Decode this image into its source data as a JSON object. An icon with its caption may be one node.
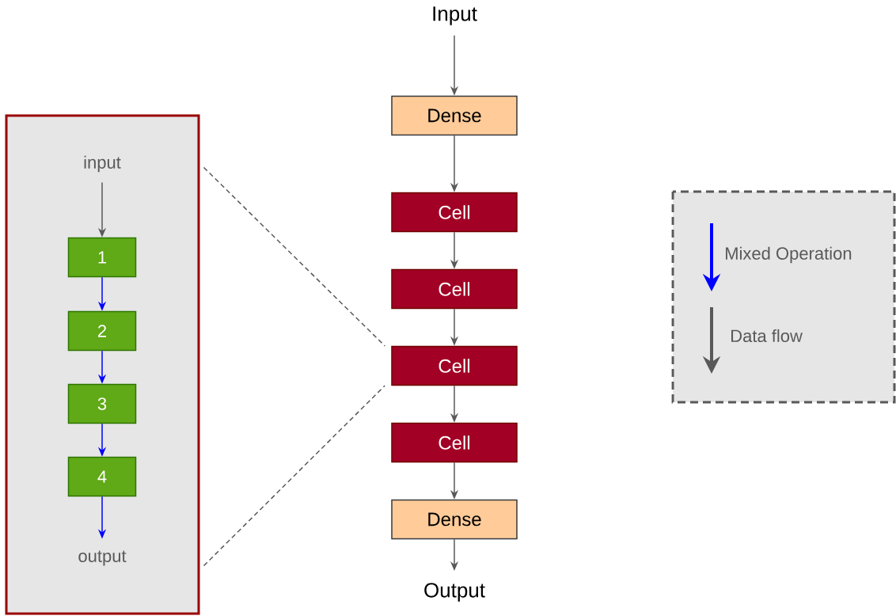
{
  "diagram": {
    "nodes": [
      {
        "text": [
          "Input"
        ]
      },
      {
        "text": [
          "Dense"
        ]
      },
      {
        "text": [
          "Cell"
        ]
      },
      {
        "text": [
          "Cell"
        ]
      },
      {
        "text": [
          "Cell"
        ]
      },
      {
        "text": [
          "Cell"
        ]
      },
      {
        "text": [
          "Dense"
        ]
      },
      {
        "text": [
          "Output"
        ]
      },
      {
        "text": [],
        "shape": "box"
      },
      {
        "text": [
          "input"
        ],
        "in": 8
      },
      {
        "text": [
          "1"
        ],
        "in": 8
      },
      {
        "text": [
          "2"
        ],
        "in": 8
      },
      {
        "text": [
          "3"
        ],
        "in": 8
      },
      {
        "text": [
          "4"
        ],
        "in": 8
      },
      {
        "text": [
          "output"
        ],
        "in": 8
      }
    ],
    "edges": [
      {
        "from": 0,
        "to": 1,
        "arrow": "to"
      },
      {
        "from": 1,
        "to": 2,
        "arrow": "to"
      },
      {
        "from": 2,
        "to": 3,
        "arrow": "to"
      },
      {
        "from": 3,
        "to": 4,
        "arrow": "to"
      },
      {
        "from": 4,
        "to": 5,
        "arrow": "to"
      },
      {
        "from": 5,
        "to": 6,
        "arrow": "to"
      },
      {
        "from": 6,
        "to": 7,
        "arrow": "to"
      },
      {
        "from": 8,
        "to": 4,
        "arrow": "none",
        "style": "dashed"
      },
      {
        "from": 8,
        "to": 4,
        "arrow": "none",
        "style": "dashed"
      },
      {
        "from": 9,
        "to": 10,
        "arrow": "to"
      },
      {
        "from": 10,
        "to": 11,
        "arrow": "to",
        "color": "#0000ff"
      },
      {
        "from": 11,
        "to": 12,
        "arrow": "to",
        "color": "#0000ff"
      },
      {
        "from": 12,
        "to": 13,
        "arrow": "to",
        "color": "#0000ff"
      },
      {
        "from": 13,
        "to": 14,
        "arrow": "to",
        "color": "#0000ff"
      }
    ],
    "legend": [
      {
        "text": "Mixed Operation"
      },
      {
        "text": "Data flow"
      }
    ]
  }
}
